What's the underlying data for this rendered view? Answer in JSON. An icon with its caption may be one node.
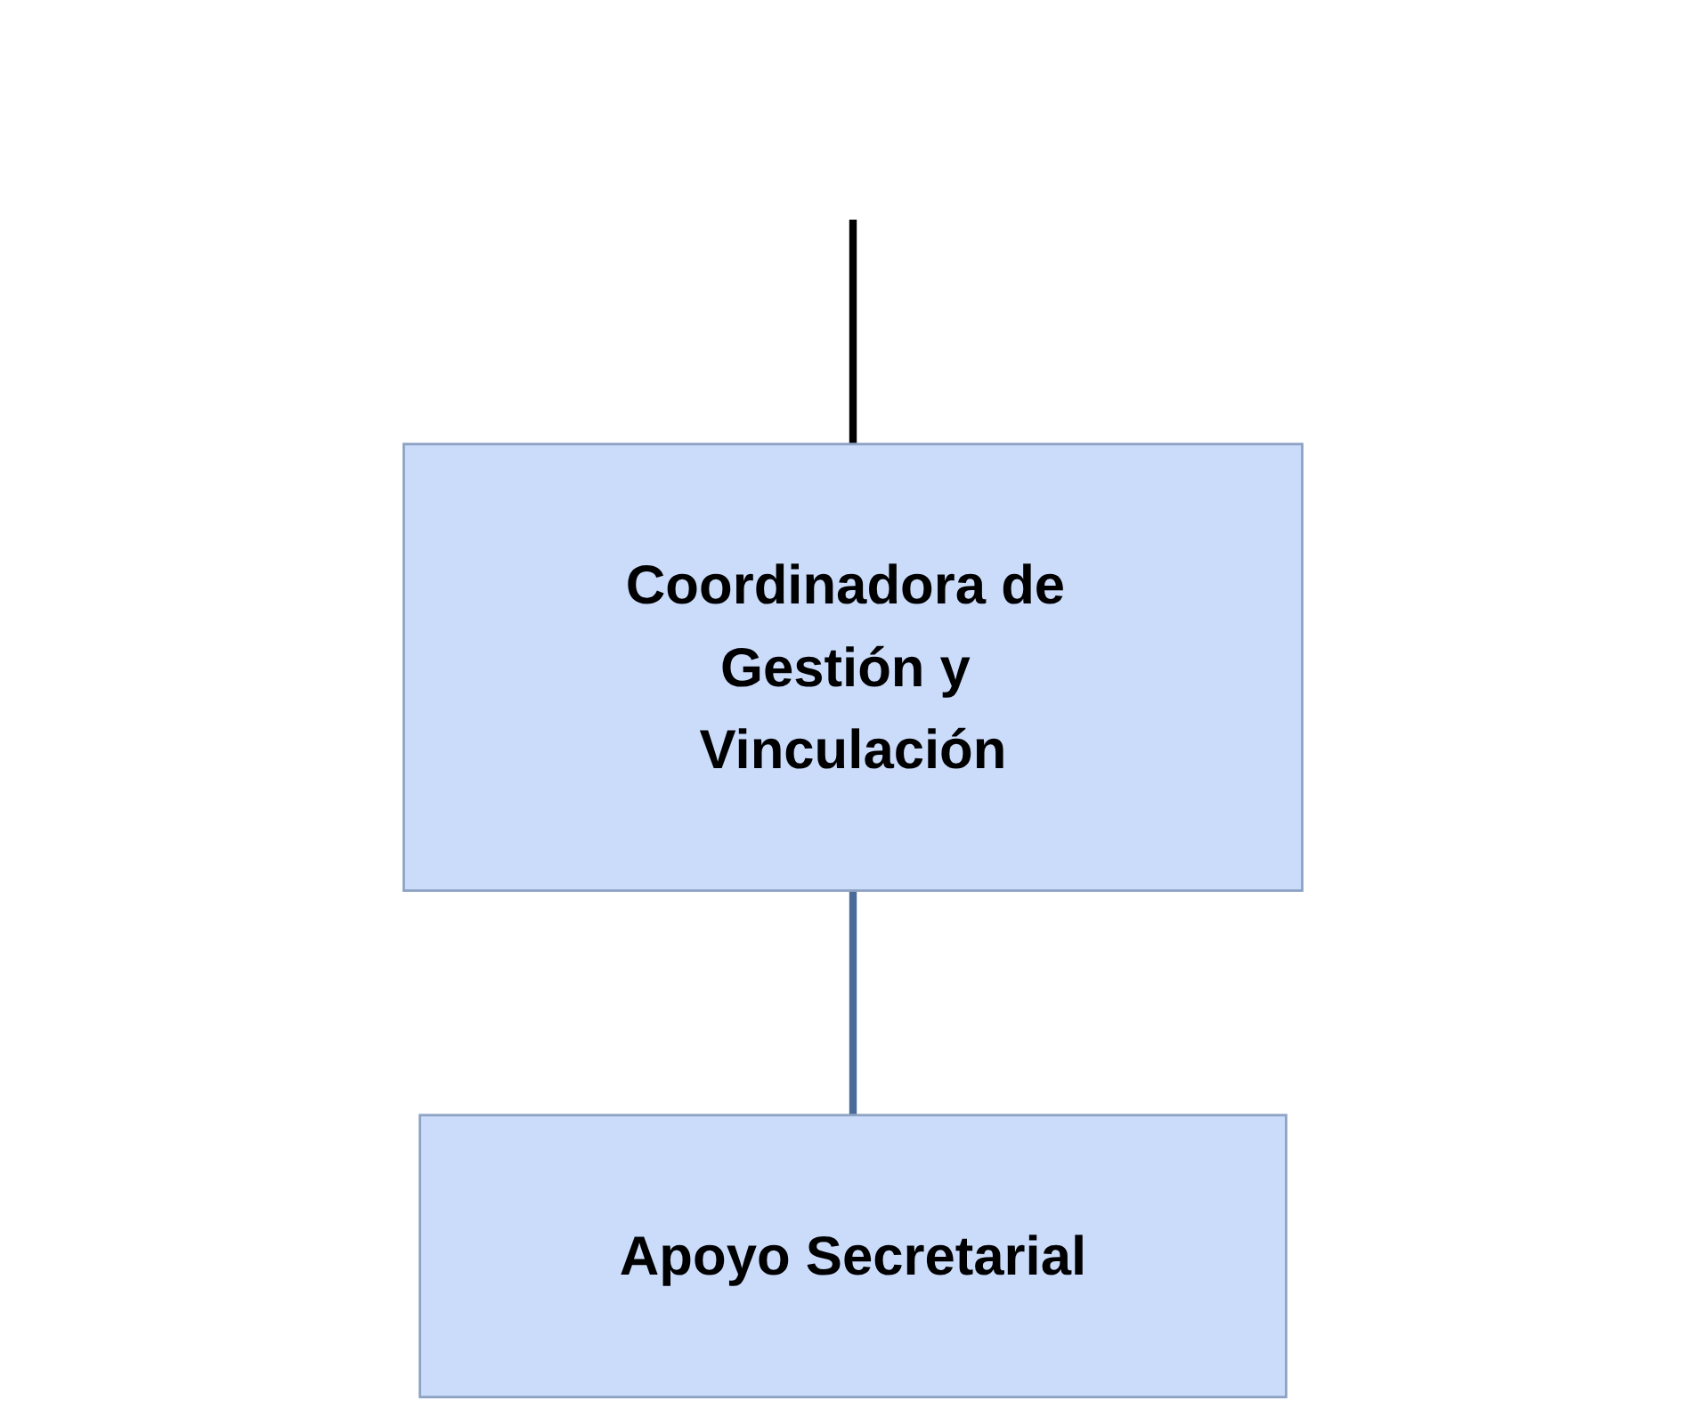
{
  "diagram": {
    "nodes": [
      {
        "text": [
          "Coordinadora de Gestión y Vinculación"
        ]
      },
      {
        "text": [
          "Apoyo Secretarial"
        ]
      }
    ],
    "edges": [
      {
        "from": null,
        "to": 0,
        "arrow": "none",
        "color": "#000000"
      },
      {
        "from": 0,
        "to": 1,
        "arrow": "none",
        "color": "#4a6b98"
      }
    ]
  }
}
